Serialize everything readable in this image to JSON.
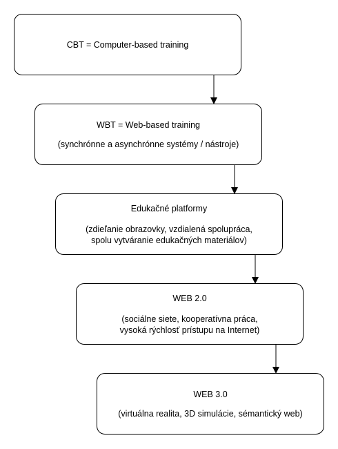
{
  "diagram": {
    "nodes": [
      {
        "id": "cbt",
        "title": "CBT = Computer-based training",
        "detail": []
      },
      {
        "id": "wbt",
        "title": "WBT = Web-based training",
        "detail": [
          "(synchrónne a asynchrónne systémy / nástroje)"
        ]
      },
      {
        "id": "edu",
        "title": "Edukačné platformy",
        "detail": [
          "(zdieľanie obrazovky, vzdialená spolupráca,",
          "spolu vytváranie edukačných materiálov)"
        ]
      },
      {
        "id": "web2",
        "title": "WEB 2.0",
        "detail": [
          "(sociálne siete, kooperatívna práca,",
          "vysoká rýchlosť prístupu na Internet)"
        ]
      },
      {
        "id": "web3",
        "title": "WEB 3.0",
        "detail": [
          "(virtuálna realita, 3D simulácie, sémantický web)"
        ]
      }
    ],
    "edges": [
      {
        "from": "cbt",
        "to": "wbt"
      },
      {
        "from": "wbt",
        "to": "edu"
      },
      {
        "from": "edu",
        "to": "web2"
      },
      {
        "from": "web2",
        "to": "web3"
      }
    ],
    "colors": {
      "stroke": "#000000",
      "fill": "#ffffff",
      "text": "#000000"
    }
  }
}
